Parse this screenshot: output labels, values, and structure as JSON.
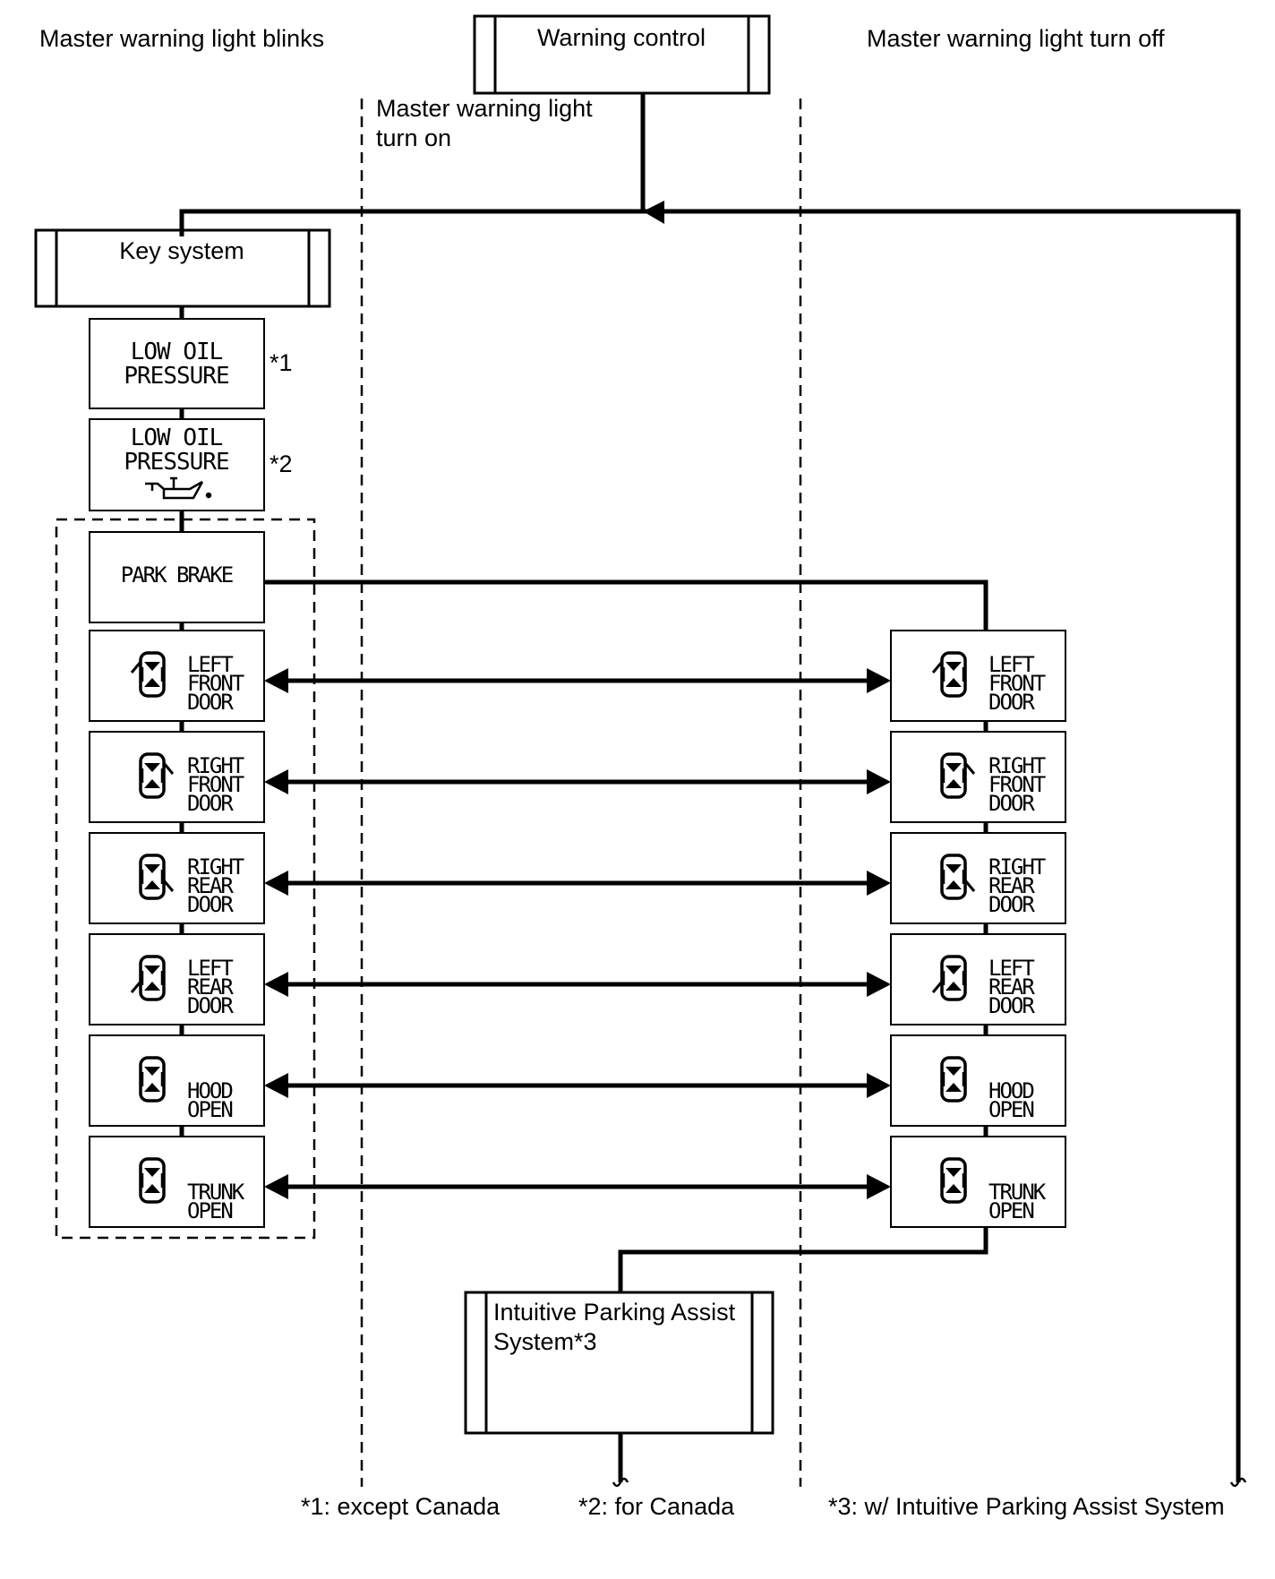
{
  "headers": {
    "blinks": "Master warning light blinks",
    "turn_on_line1": "Master warning light",
    "turn_on_line2": "turn on",
    "turn_off": "Master warning light turn off"
  },
  "top_box": "Warning control",
  "key_box": "Key system",
  "oil_1": {
    "line1": "LOW OIL",
    "line2": "PRESSURE",
    "note": "*1"
  },
  "oil_2": {
    "line1": "LOW OIL",
    "line2": "PRESSURE",
    "note": "*2"
  },
  "park_brake": "PARK BRAKE",
  "doors": [
    {
      "lines": [
        "LEFT",
        "FRONT",
        "DOOR"
      ],
      "icon": "car-left-front-door-icon"
    },
    {
      "lines": [
        "RIGHT",
        "FRONT",
        "DOOR"
      ],
      "icon": "car-right-front-door-icon"
    },
    {
      "lines": [
        "RIGHT",
        "REAR",
        "DOOR"
      ],
      "icon": "car-right-rear-door-icon"
    },
    {
      "lines": [
        "LEFT",
        "REAR",
        "DOOR"
      ],
      "icon": "car-left-rear-door-icon"
    },
    {
      "lines": [
        "HOOD",
        "OPEN"
      ],
      "icon": "car-hood-icon"
    },
    {
      "lines": [
        "TRUNK",
        "OPEN"
      ],
      "icon": "car-trunk-icon"
    }
  ],
  "parking_box": {
    "line1": "Intuitive Parking Assist",
    "line2": "System*3"
  },
  "footnotes": {
    "n1": "*1: except Canada",
    "n2": "*2: for Canada",
    "n3": "*3: w/ Intuitive Parking Assist System"
  }
}
